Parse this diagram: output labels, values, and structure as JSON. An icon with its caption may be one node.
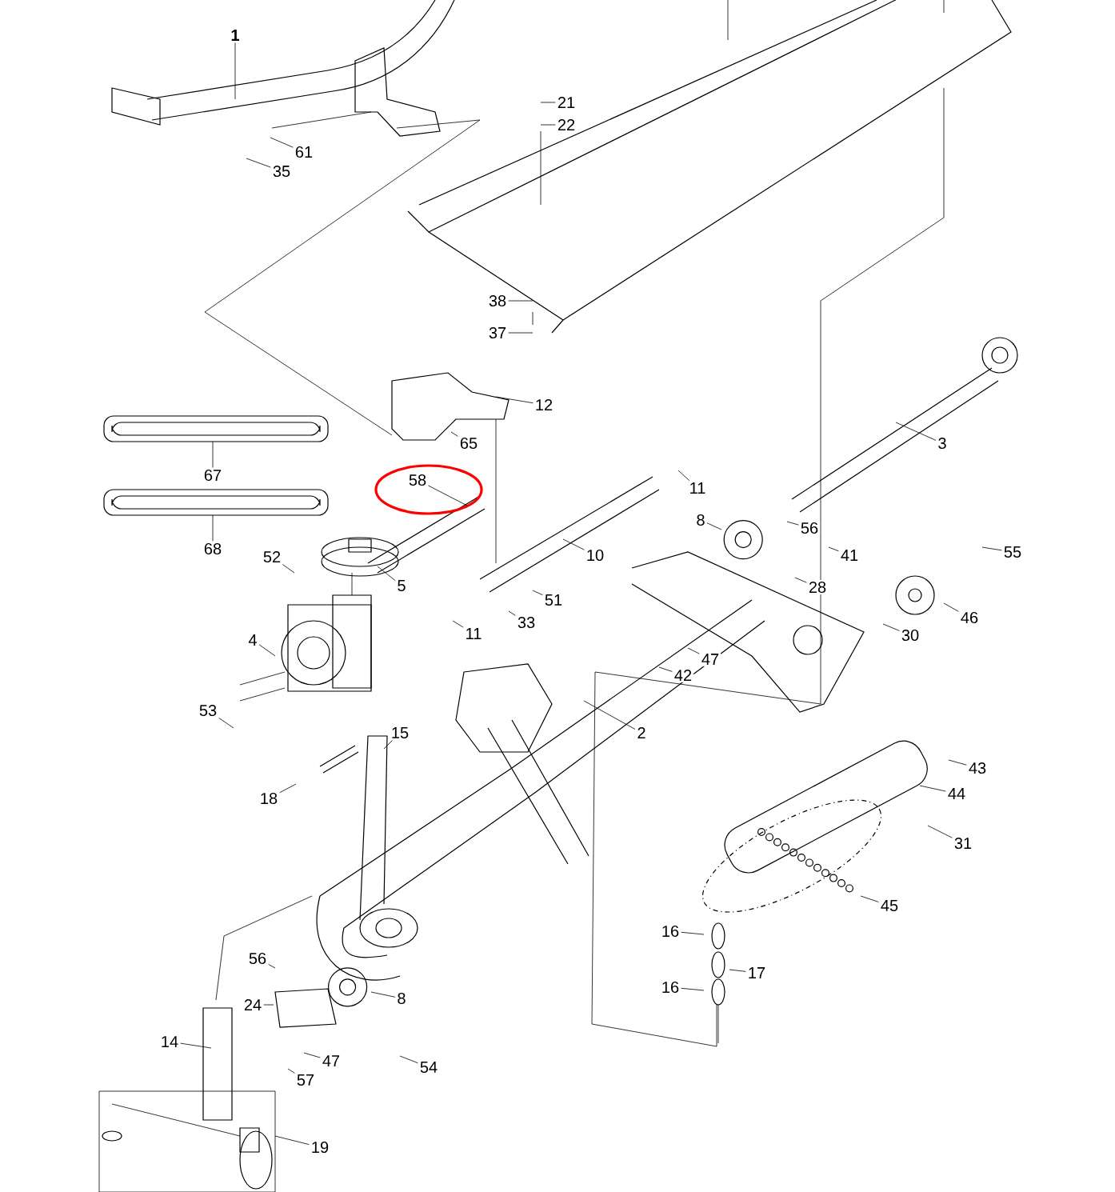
{
  "diagram": {
    "nodes": [
      {
        "text": [
          "1"
        ]
      },
      {
        "text": [
          "21"
        ]
      },
      {
        "text": [
          "22"
        ]
      },
      {
        "text": [
          "61"
        ]
      },
      {
        "text": [
          "35"
        ]
      },
      {
        "text": [
          "38"
        ]
      },
      {
        "text": [
          "37"
        ]
      },
      {
        "text": [
          "12"
        ]
      },
      {
        "text": [
          "65"
        ]
      },
      {
        "text": [
          "3"
        ]
      },
      {
        "text": [
          "67"
        ]
      },
      {
        "text": [
          "58"
        ]
      },
      {
        "text": [
          "11"
        ]
      },
      {
        "text": [
          "8"
        ]
      },
      {
        "text": [
          "56"
        ]
      },
      {
        "text": [
          "68"
        ]
      },
      {
        "text": [
          "10"
        ]
      },
      {
        "text": [
          "41"
        ]
      },
      {
        "text": [
          "55"
        ]
      },
      {
        "text": [
          "52"
        ]
      },
      {
        "text": [
          "5"
        ]
      },
      {
        "text": [
          "28"
        ]
      },
      {
        "text": [
          "51"
        ]
      },
      {
        "text": [
          "46"
        ]
      },
      {
        "text": [
          "33"
        ]
      },
      {
        "text": [
          "11"
        ]
      },
      {
        "text": [
          "30"
        ]
      },
      {
        "text": [
          "4"
        ]
      },
      {
        "text": [
          "47"
        ]
      },
      {
        "text": [
          "42"
        ]
      },
      {
        "text": [
          "53"
        ]
      },
      {
        "text": [
          "2"
        ]
      },
      {
        "text": [
          "15"
        ]
      },
      {
        "text": [
          "43"
        ]
      },
      {
        "text": [
          "44"
        ]
      },
      {
        "text": [
          "18"
        ]
      },
      {
        "text": [
          "31"
        ]
      },
      {
        "text": [
          "45"
        ]
      },
      {
        "text": [
          "16"
        ]
      },
      {
        "text": [
          "56"
        ]
      },
      {
        "text": [
          "17"
        ]
      },
      {
        "text": [
          "16"
        ]
      },
      {
        "text": [
          "8"
        ]
      },
      {
        "text": [
          "24"
        ]
      },
      {
        "text": [
          "14"
        ]
      },
      {
        "text": [
          "47"
        ]
      },
      {
        "text": [
          "54"
        ]
      },
      {
        "text": [
          "57"
        ]
      },
      {
        "text": [
          "19"
        ]
      }
    ],
    "edges": [
      {
        "from": 0,
        "to": null,
        "arrow": "none"
      },
      {
        "from": 1,
        "to": null,
        "arrow": "none"
      },
      {
        "from": 2,
        "to": null,
        "arrow": "none"
      },
      {
        "from": 3,
        "to": null,
        "arrow": "none"
      },
      {
        "from": 4,
        "to": null,
        "arrow": "none"
      },
      {
        "from": 5,
        "to": null,
        "arrow": "none"
      },
      {
        "from": 6,
        "to": null,
        "arrow": "none"
      },
      {
        "from": 7,
        "to": null,
        "arrow": "none"
      },
      {
        "from": 8,
        "to": null,
        "arrow": "none"
      },
      {
        "from": 9,
        "to": null,
        "arrow": "none"
      },
      {
        "from": 10,
        "to": null,
        "arrow": "none"
      },
      {
        "from": 11,
        "to": null,
        "arrow": "none"
      },
      {
        "from": 12,
        "to": null,
        "arrow": "none"
      },
      {
        "from": 13,
        "to": null,
        "arrow": "none"
      },
      {
        "from": 14,
        "to": null,
        "arrow": "none"
      },
      {
        "from": 15,
        "to": null,
        "arrow": "none"
      },
      {
        "from": 16,
        "to": null,
        "arrow": "none"
      },
      {
        "from": 17,
        "to": null,
        "arrow": "none"
      },
      {
        "from": 18,
        "to": null,
        "arrow": "none"
      },
      {
        "from": 19,
        "to": null,
        "arrow": "none"
      },
      {
        "from": 20,
        "to": null,
        "arrow": "none"
      },
      {
        "from": 21,
        "to": null,
        "arrow": "none"
      },
      {
        "from": 22,
        "to": null,
        "arrow": "none"
      },
      {
        "from": 23,
        "to": null,
        "arrow": "none"
      },
      {
        "from": 24,
        "to": null,
        "arrow": "none"
      },
      {
        "from": 25,
        "to": null,
        "arrow": "none"
      },
      {
        "from": 26,
        "to": null,
        "arrow": "none"
      },
      {
        "from": 27,
        "to": null,
        "arrow": "none"
      },
      {
        "from": 28,
        "to": null,
        "arrow": "none"
      },
      {
        "from": 29,
        "to": null,
        "arrow": "none"
      },
      {
        "from": 30,
        "to": null,
        "arrow": "none"
      },
      {
        "from": 31,
        "to": null,
        "arrow": "none"
      },
      {
        "from": 32,
        "to": null,
        "arrow": "none"
      },
      {
        "from": 33,
        "to": null,
        "arrow": "none"
      },
      {
        "from": 34,
        "to": null,
        "arrow": "none"
      },
      {
        "from": 35,
        "to": null,
        "arrow": "none"
      },
      {
        "from": 36,
        "to": null,
        "arrow": "none"
      },
      {
        "from": 37,
        "to": null,
        "arrow": "none"
      },
      {
        "from": 38,
        "to": null,
        "arrow": "none"
      },
      {
        "from": 39,
        "to": null,
        "arrow": "none"
      },
      {
        "from": 40,
        "to": null,
        "arrow": "none"
      },
      {
        "from": 41,
        "to": null,
        "arrow": "none"
      },
      {
        "from": 42,
        "to": null,
        "arrow": "none"
      },
      {
        "from": 43,
        "to": null,
        "arrow": "none"
      },
      {
        "from": 44,
        "to": null,
        "arrow": "none"
      },
      {
        "from": 45,
        "to": null,
        "arrow": "none"
      },
      {
        "from": 46,
        "to": null,
        "arrow": "none"
      },
      {
        "from": 47,
        "to": null,
        "arrow": "none"
      },
      {
        "from": 48,
        "to": null,
        "arrow": "none"
      }
    ]
  }
}
